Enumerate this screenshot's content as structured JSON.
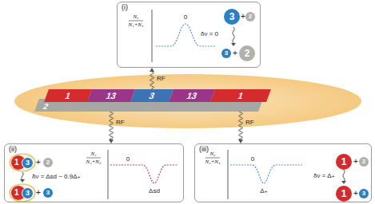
{
  "diagram": {
    "nodes": [
      {
        "text": [
          "(i)",
          "δν = 0"
        ]
      },
      {
        "text": [
          "3"
        ],
        "in": 0
      },
      {
        "text": [
          "2"
        ],
        "in": 0
      },
      {
        "text": [
          "3"
        ],
        "in": 0
      },
      {
        "text": [
          "2"
        ],
        "in": 0
      },
      {
        "text": [
          "1"
        ]
      },
      {
        "text": [
          "13"
        ]
      },
      {
        "text": [
          "3"
        ]
      },
      {
        "text": [
          "13"
        ]
      },
      {
        "text": [
          "1"
        ]
      },
      {
        "text": [
          "2"
        ]
      },
      {
        "text": [
          "(ii)",
          "δν = Δsd ~ 0.9Δ₊"
        ]
      },
      {
        "text": [
          "1"
        ],
        "in": 11
      },
      {
        "text": [
          "3"
        ],
        "in": 12
      },
      {
        "text": [
          "2"
        ],
        "in": 11
      },
      {
        "text": [
          "1"
        ],
        "in": 11
      },
      {
        "text": [
          "3"
        ],
        "in": 15
      },
      {
        "text": [
          "3"
        ],
        "in": 11
      },
      {
        "text": [
          "(iii)",
          "δν = Δ₊"
        ]
      },
      {
        "text": [
          "1"
        ],
        "in": 18
      },
      {
        "text": [
          "2"
        ],
        "in": 18
      },
      {
        "text": [
          "1"
        ],
        "in": 18
      },
      {
        "text": [
          "3"
        ],
        "in": 18
      }
    ],
    "edges": [
      {
        "from": 7,
        "to": 0,
        "label": "RF",
        "arrow": "to"
      },
      {
        "from": 6,
        "to": 11,
        "label": "RF",
        "arrow": "to"
      },
      {
        "from": 9,
        "to": 18,
        "label": "RF",
        "arrow": "to"
      }
    ],
    "labels": [
      "+",
      "+",
      "N₂",
      "N₂+N₃",
      "0",
      "+",
      "+",
      "N₂",
      "N₂+N₃",
      "0",
      "Δsd",
      "+",
      "+",
      "N₂",
      "N₂+N₃",
      "0",
      "Δ₊"
    ]
  }
}
